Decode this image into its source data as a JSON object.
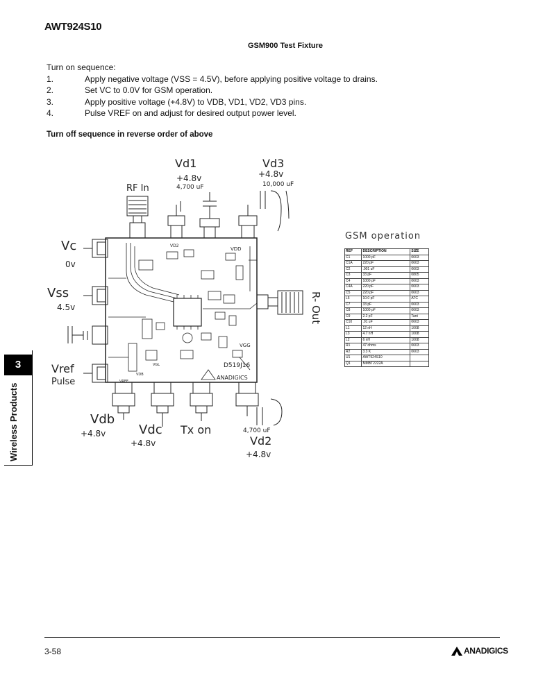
{
  "header": {
    "part_number": "AWT924S10"
  },
  "page_title": "GSM900 Test Fixture",
  "turn_on": {
    "heading": "Turn on sequence:",
    "steps": [
      {
        "num": "1.",
        "text": "Apply negative voltage (VSS = 4.5V), before applying positive voltage to drains."
      },
      {
        "num": "2.",
        "text": "Set VC to 0.0V for GSM operation."
      },
      {
        "num": "3.",
        "text": "Apply positive voltage (+4.8V) to VDB, VD1, VD2, VD3 pins."
      },
      {
        "num": "4.",
        "text": "Pulse VREF on and adjust for desired output power level."
      }
    ]
  },
  "turn_off": "Turn off sequence in reverse order of above",
  "section_tab": {
    "number": "3",
    "label": "Wireless Products"
  },
  "diagram": {
    "vd1": "Vd1",
    "vd1_volt": "+4.8v",
    "vd1_cap": "4,700 uF",
    "vd3": "Vd3",
    "vd3_volt": "+4.8v",
    "vd3_cap": "10,000 uF",
    "rf_in": "RF In",
    "vc": "Vc",
    "vc_volt": "0v",
    "vss": "Vss",
    "vss_volt": "4.5v",
    "vref": "Vref",
    "pulse": "Pulse",
    "rf_out": "R- Out",
    "vdb": "Vdb",
    "vdb_volt": "+4.8v",
    "vdc": "Vdc",
    "vdc_volt": "+4.8v",
    "tx_on": "Tx on",
    "vd2": "Vd2",
    "vd2_cap": "4,700 uF",
    "vd2_volt": "+4.8v",
    "board_id": "D519J16",
    "board_logo": "ANADIGICS",
    "board_labels": {
      "vd2": "VD2",
      "vdd": "VDD",
      "vgg": "VGG",
      "vgl": "VGL",
      "vrf": "VREF",
      "vdb": "VDB"
    }
  },
  "bom": {
    "title": "GSM operation",
    "headers": [
      "REF",
      "DESCRIPTION",
      "SIZE"
    ],
    "rows": [
      [
        "C1",
        "1000 pF",
        "0603"
      ],
      [
        "C1A",
        "220 pF",
        "0603"
      ],
      [
        "C2",
        ".001 uF",
        "0603"
      ],
      [
        "C3",
        "33 pF",
        "0805"
      ],
      [
        "C4",
        "1000 pF",
        "0603"
      ],
      [
        "C4A",
        "220 pF",
        "0603"
      ],
      [
        "C5",
        "220 pF",
        "0603"
      ],
      [
        "L6",
        "10.0 pF",
        "ATC"
      ],
      [
        "C7",
        "33 pF",
        "0603"
      ],
      [
        "C8",
        "1000 pF",
        "0603"
      ],
      [
        "C9",
        "2.2 pF",
        "Tant"
      ],
      [
        "C10",
        ".01 uF",
        "0603"
      ],
      [
        "L1",
        "12 nH",
        "1008"
      ],
      [
        "L3",
        "4.7 nH",
        "1008"
      ],
      [
        "L2",
        "6 nH",
        "1008"
      ],
      [
        "R1",
        "47 ohms",
        "0603"
      ],
      [
        "R2",
        "3.3 K",
        "0603"
      ],
      [
        "U1",
        "AWT924S10",
        ""
      ],
      [
        "Q1",
        "MMBT2222A",
        ""
      ]
    ]
  },
  "footer": {
    "page": "3-58",
    "logo": "ANADIGICS"
  }
}
